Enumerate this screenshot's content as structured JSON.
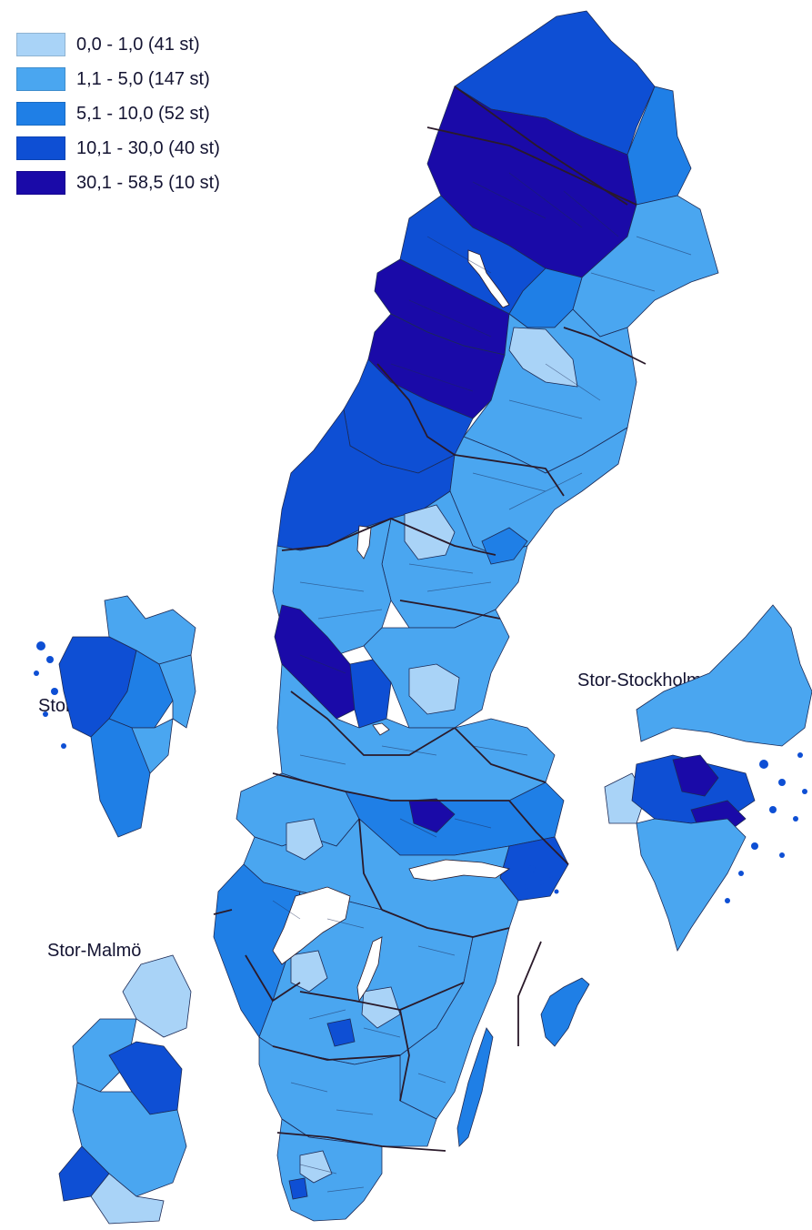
{
  "legend": {
    "items": [
      {
        "label": "0,0 - 1,0  (41 st)",
        "color": "#a9d3f7"
      },
      {
        "label": "1,1 - 5,0  (147 st)",
        "color": "#4aa6f0"
      },
      {
        "label": "5,1 - 10,0  (52 st)",
        "color": "#1f7fe6"
      },
      {
        "label": "10,1 - 30,0  (40 st)",
        "color": "#0e4fd4"
      },
      {
        "label": "30,1 - 58,5  (10 st)",
        "color": "#1a0aa8"
      }
    ]
  },
  "insets": {
    "goteborg": "Stor-Göteborg",
    "malmo": "Stor-Malmö",
    "stockholm": "Stor-Stockholm"
  },
  "colors": {
    "c1": "#a9d3f7",
    "c2": "#4aa6f0",
    "c3": "#1f7fe6",
    "c4": "#0e4fd4",
    "c5": "#1a0aa8",
    "border": "#2a1a2a"
  }
}
